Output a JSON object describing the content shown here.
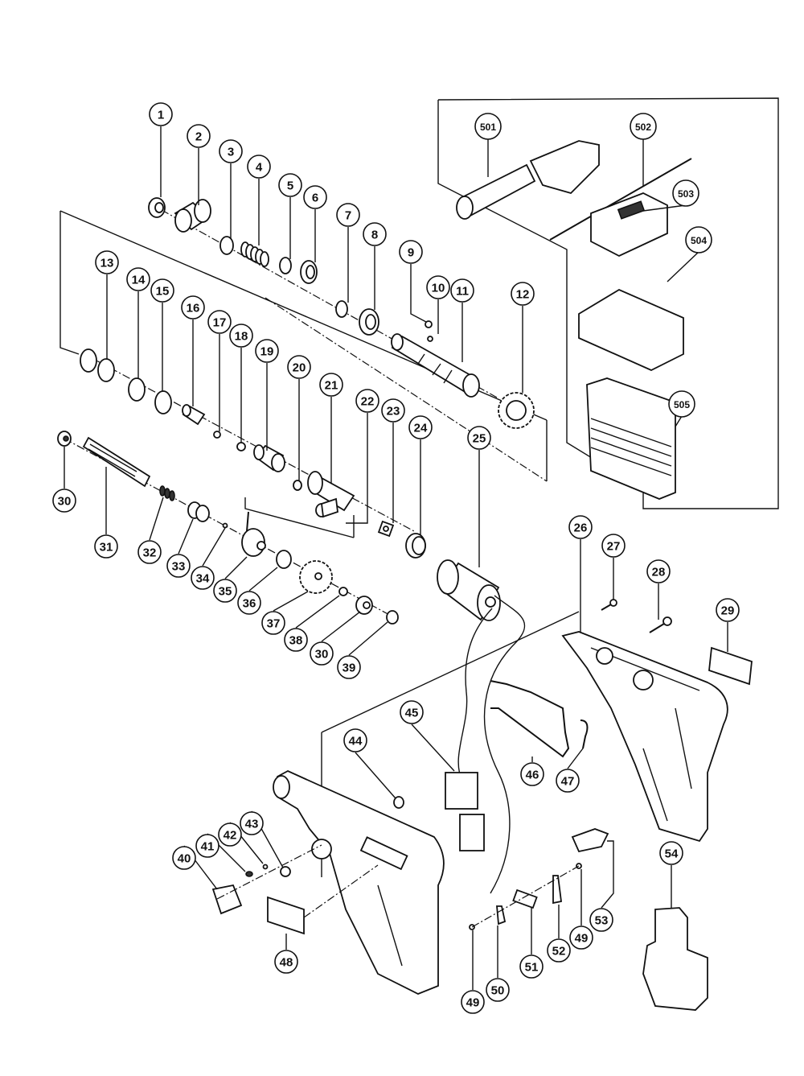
{
  "diagram": {
    "title": "Cordless rotary hammer exploded parts diagram",
    "line_color": "#111111",
    "background": "#ffffff",
    "callouts": [
      {
        "label": "1",
        "part": "bearing-cap"
      },
      {
        "label": "2",
        "part": "knurled-sleeve"
      },
      {
        "label": "3",
        "part": "washer"
      },
      {
        "label": "4",
        "part": "spring"
      },
      {
        "label": "5",
        "part": "washer"
      },
      {
        "label": "6",
        "part": "seal-ring"
      },
      {
        "label": "7",
        "part": "retaining-ring"
      },
      {
        "label": "8",
        "part": "seal-ring"
      },
      {
        "label": "9",
        "part": "steel-ball"
      },
      {
        "label": "10",
        "part": "steel-ball"
      },
      {
        "label": "11",
        "part": "cylinder"
      },
      {
        "label": "12",
        "part": "clutch-gear"
      },
      {
        "label": "13",
        "part": "o-ring"
      },
      {
        "label": "14",
        "part": "washer"
      },
      {
        "label": "15",
        "part": "washer"
      },
      {
        "label": "16",
        "part": "striker"
      },
      {
        "label": "17",
        "part": "o-ring"
      },
      {
        "label": "18",
        "part": "o-ring"
      },
      {
        "label": "19",
        "part": "piston"
      },
      {
        "label": "20",
        "part": "o-ring"
      },
      {
        "label": "21",
        "part": "piston-pin-housing"
      },
      {
        "label": "22",
        "part": "piston-pin"
      },
      {
        "label": "23",
        "part": "bracket"
      },
      {
        "label": "24",
        "part": "bushing"
      },
      {
        "label": "25",
        "part": "dc-motor"
      },
      {
        "label": "26",
        "part": "housing-right"
      },
      {
        "label": "27",
        "part": "tapping-screw"
      },
      {
        "label": "28",
        "part": "tapping-screw"
      },
      {
        "label": "29",
        "part": "name-plate"
      },
      {
        "label": "30",
        "part": "ball-bearing"
      },
      {
        "label": "31",
        "part": "second-pinion-shaft"
      },
      {
        "label": "32",
        "part": "spring"
      },
      {
        "label": "33",
        "part": "clutch"
      },
      {
        "label": "34",
        "part": "retaining-ring"
      },
      {
        "label": "35",
        "part": "crank-housing"
      },
      {
        "label": "36",
        "part": "needle-bearing"
      },
      {
        "label": "37",
        "part": "gear"
      },
      {
        "label": "38",
        "part": "washer"
      },
      {
        "label": "30",
        "part": "ball-bearing"
      },
      {
        "label": "39",
        "part": "washer"
      },
      {
        "label": "40",
        "part": "change-knob"
      },
      {
        "label": "41",
        "part": "spring"
      },
      {
        "label": "42",
        "part": "steel-ball"
      },
      {
        "label": "43",
        "part": "o-ring"
      },
      {
        "label": "44",
        "part": "o-ring"
      },
      {
        "label": "45",
        "part": "switch"
      },
      {
        "label": "46",
        "part": "lever-spring"
      },
      {
        "label": "47",
        "part": "spring"
      },
      {
        "label": "48",
        "part": "label"
      },
      {
        "label": "49",
        "part": "tapping-screw"
      },
      {
        "label": "50",
        "part": "terminal"
      },
      {
        "label": "51",
        "part": "terminal-holder"
      },
      {
        "label": "52",
        "part": "terminal"
      },
      {
        "label": "49",
        "part": "tapping-screw"
      },
      {
        "label": "53",
        "part": "pushing-button"
      },
      {
        "label": "54",
        "part": "battery-pack"
      },
      {
        "label": "501",
        "part": "side-handle"
      },
      {
        "label": "502",
        "part": "depth-gauge"
      },
      {
        "label": "503",
        "part": "charger"
      },
      {
        "label": "504",
        "part": "charger"
      },
      {
        "label": "505",
        "part": "case"
      }
    ]
  }
}
